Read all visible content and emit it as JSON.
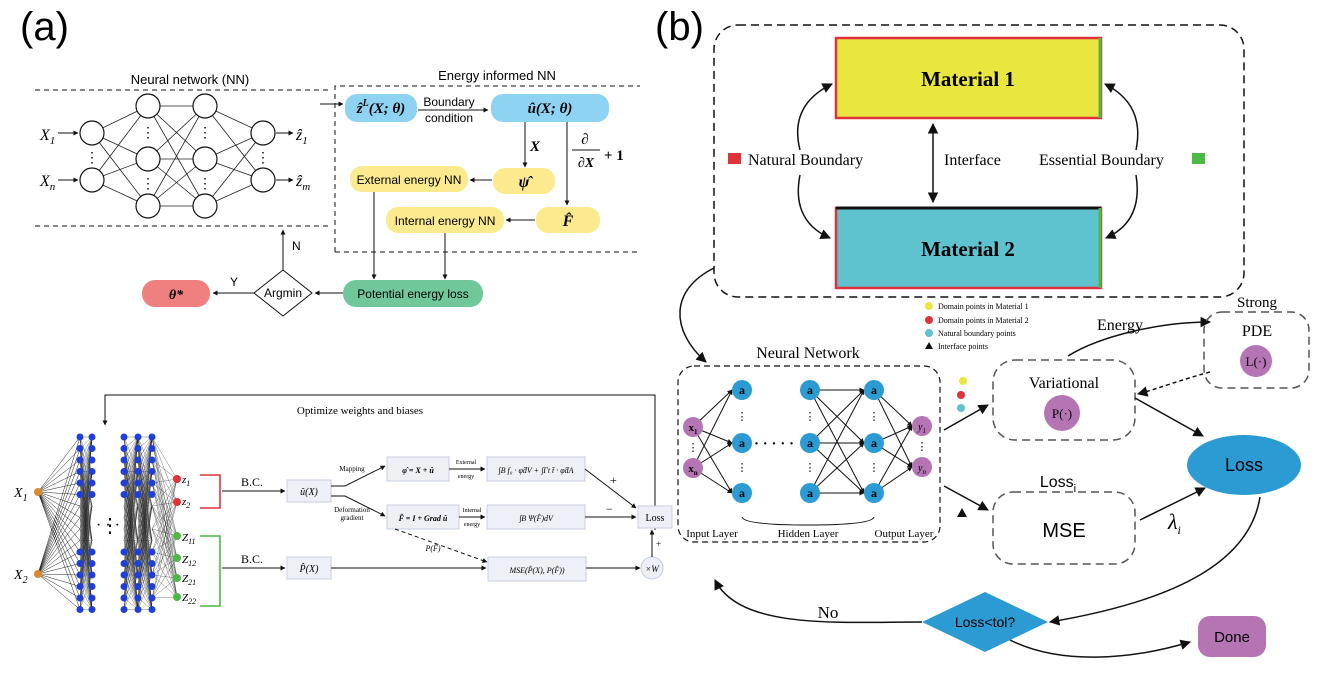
{
  "panel_a": {
    "label": "(a)",
    "nn_title": "Neural network (NN)",
    "einn_title": "Energy informed NN",
    "inputs": [
      "X",
      "X"
    ],
    "input_subs": [
      "1",
      "n"
    ],
    "outputs": [
      "ẑ",
      "ẑ"
    ],
    "output_subs": [
      "1",
      "m"
    ],
    "z_node": "ẑ",
    "z_sup": "L",
    "z_args": "(X; θ)",
    "boundary_label": [
      "Boundary",
      "condition"
    ],
    "u_node": "û(X; θ)",
    "x_arrow": "X",
    "deriv_top": "∂",
    "deriv_bottom": "∂X",
    "deriv_plus": "+ 1",
    "psi_node": "ψ̂",
    "f_node": "F̂",
    "external_energy": "External energy NN",
    "internal_energy": "Internal energy NN",
    "potential_loss": "Potential energy loss",
    "argmin": "Argmin",
    "theta_star": "θ*",
    "yes": "Y",
    "no": "N",
    "bottom_title": "Optimize weights and biases",
    "bottom_inputs": [
      "X",
      "X"
    ],
    "bottom_input_subs": [
      "1",
      "2"
    ],
    "z_outputs": [
      "z",
      "z"
    ],
    "z_output_subs": [
      "1",
      "2"
    ],
    "Z_outputs": [
      "Z",
      "Z",
      "Z",
      "Z"
    ],
    "Z_output_subs": [
      "11",
      "12",
      "21",
      "22"
    ],
    "bc_label": "B.C.",
    "u_box": "û(X)",
    "p_box": "P̂(X)",
    "mapping_label": "Mapping",
    "deformation_label": [
      "Deformation",
      "gradient"
    ],
    "phi_box": "φ̂ = X + û",
    "F_box": "F̂ = I + Grad û",
    "ext_label": [
      "External",
      "energy"
    ],
    "int_label": [
      "Internal",
      "energy"
    ],
    "ext_int": "∫B f₀ · φ̂dV + ∫Γt t̄ · φ̂dA",
    "int_int": "∫B Ψ(F̂)dV",
    "pf_label": "P(F̂)",
    "mse_box": "MSE(P̂(X), P(F̂))",
    "loss_box": "Loss",
    "xw_box": "×W",
    "plus": "+",
    "minus": "−",
    "plus2": "+"
  },
  "panel_b": {
    "label": "(b)",
    "material1": "Material 1",
    "material2": "Material 2",
    "natural_boundary": "Natural Boundary",
    "interface": "Interface",
    "essential_boundary": "Essential Boundary",
    "legend": [
      "Domain points in Material 1",
      "Domain points in Material 2",
      "Natural boundary points",
      "Interface points"
    ],
    "nn_title": "Neural Network",
    "node_a": "a",
    "x1": "x",
    "x1_sub": "1",
    "xn": "x",
    "xn_sub": "n",
    "y1": "y",
    "y1_sub": "1",
    "yn": "y",
    "yn_sub": "n",
    "dots": "· · · · ·",
    "input_layer": "Input Layer",
    "hidden_layer": "Hidden Layer",
    "output_layer": "Output Layer",
    "energy": "Energy",
    "strong": "Strong",
    "pde": "PDE",
    "l_op": "L(·)",
    "variational": "Variational",
    "p_op": "P(·)",
    "loss": "Loss",
    "loss_i": "Loss",
    "loss_i_sub": "i",
    "mse": "MSE",
    "lambda": "λ",
    "lambda_sub": "i",
    "decision": "Loss<tol?",
    "no": "No",
    "done": "Done"
  },
  "colors": {
    "blue_box": "#8ED3F2",
    "yellow_box": "#FBEA8E",
    "green_box": "#6FC79A",
    "red_box": "#F07F80",
    "material1": "#E9E63F",
    "material2": "#5FC2CF",
    "natural": "#E0323A",
    "essential": "#4CB944",
    "node_blue": "#2C9BD3",
    "node_purple": "#B574B3",
    "loss_blue": "#2C9BD3",
    "decision": "#2C9BD3",
    "done": "#B574B3"
  }
}
